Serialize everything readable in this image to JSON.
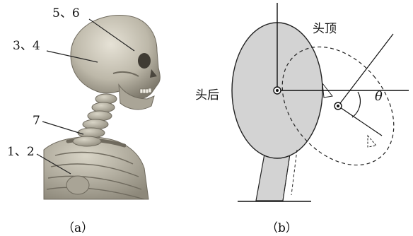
{
  "panel_a": {
    "labels": {
      "skull_top": "5、6",
      "skull_side": "3、4",
      "neck": "7",
      "shoulder": "1、2"
    },
    "caption": "（a）"
  },
  "panel_b": {
    "label_top": "头顶",
    "label_back": "头后",
    "angle_symbol": "θ",
    "caption": "（b）"
  },
  "colors": {
    "head_fill": "#d3d3d3",
    "bone": "#b9b4a6",
    "bone_shadow": "#8a8577",
    "line": "#111111"
  }
}
